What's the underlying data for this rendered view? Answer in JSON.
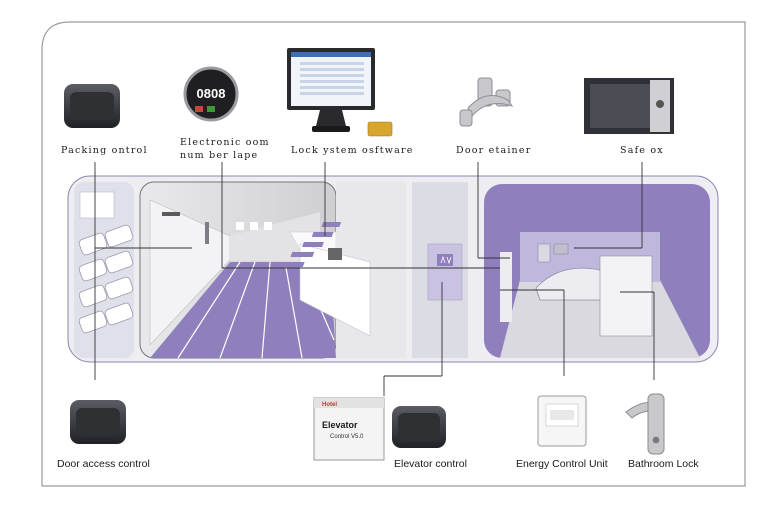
{
  "top_labels": {
    "packing_control": "Packing ontrol",
    "room_number_plate_line1": "Electronic oom",
    "room_number_plate_line2": "num ber lape",
    "lock_system_software": "Lock ystem osftware",
    "door_retainer": "Door etainer",
    "safe_box": "Safe ox"
  },
  "bottom_labels": {
    "door_access_control": "Door access control",
    "elevator_control": "Elevator control",
    "energy_control_unit": "Energy Control Unit",
    "bathroom_lock": "Bathroom Lock"
  },
  "device_text": {
    "room_number": "0808",
    "elevator_box_title": "Elevator",
    "elevator_box_subtitle": "Control V5.0",
    "elevator_box_brand": "Hotel"
  },
  "colors": {
    "frame": "#9a9a9a",
    "purple": "#8f80bd",
    "light_purple": "#c9c2e2",
    "wall_gray": "#d6d6d8",
    "reader_dark": "#2b2d31"
  }
}
